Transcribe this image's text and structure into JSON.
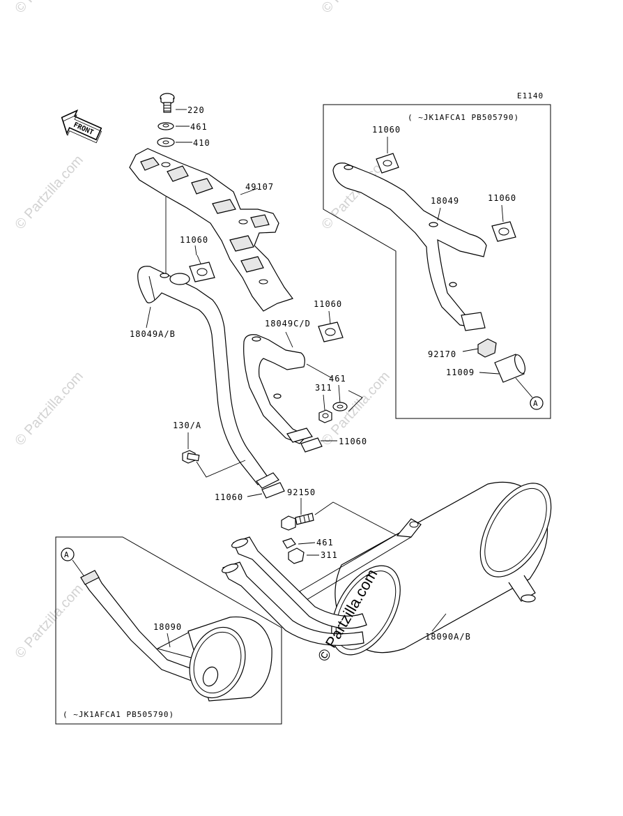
{
  "diagram": {
    "code": "E1140",
    "front_label": "FRONT",
    "box_upper_note": "(   ~JK1AFCA1 PB505790)",
    "box_lower_note": "(   ~JK1AFCA1 PB505790)",
    "callout_a": "A",
    "watermark_text": "© Partzilla.com",
    "watermark_center": "© Partzilla.com"
  },
  "parts": {
    "p220": "220",
    "p461_top": "461",
    "p410": "410",
    "p49107": "49107",
    "p11060_a": "11060",
    "p18049ab": "18049A/B",
    "p18049cd": "18049C/D",
    "p11060_b": "11060",
    "p461_mid": "461",
    "p311_mid": "311",
    "p11060_c": "11060",
    "p130a": "130/A",
    "p11060_d": "11060",
    "p92150": "92150",
    "p461_low": "461",
    "p311_low": "311",
    "p18090ab": "18090A/B",
    "p18090": "18090",
    "p11060_box1": "11060",
    "p11060_box2": "11060",
    "p18049": "18049",
    "p92170": "92170",
    "p11009": "11009"
  }
}
